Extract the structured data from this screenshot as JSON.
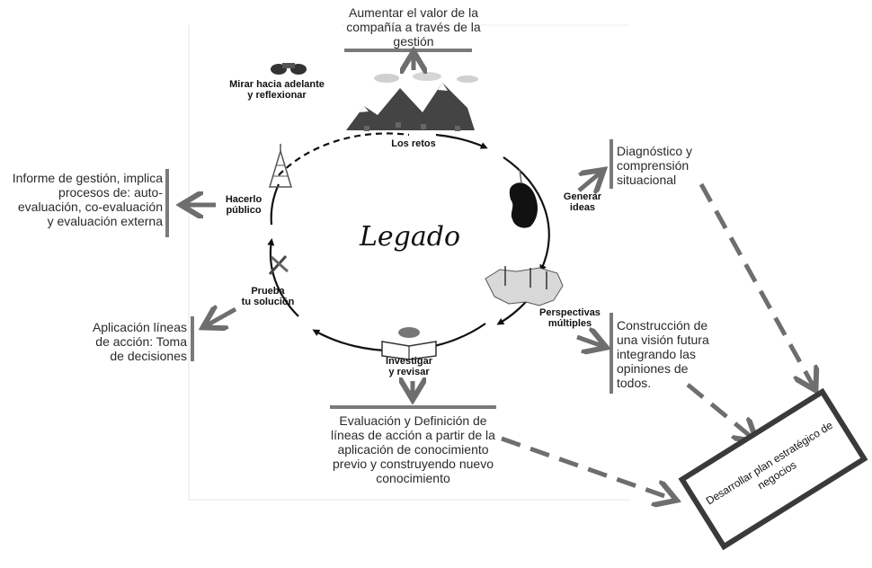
{
  "top_box": "Aumentar el valor de la compañía a través de la gestión",
  "top_box_lines": [
    "Aumentar el valor de la",
    "compañía a través de la",
    "gestión"
  ],
  "center_label": "Legado",
  "cycle_labels": {
    "mirar": [
      "Mirar hacia adelante",
      "y reflexionar"
    ],
    "retos": [
      "Los retos"
    ],
    "generar": [
      "Generar",
      "ideas"
    ],
    "perspectivas": [
      "Perspectivas",
      "múltiples"
    ],
    "investigar": [
      "Investigar",
      "y revisar"
    ],
    "prueba": [
      "Prueba",
      "tu solución"
    ],
    "hacerlo": [
      "Hacerlo",
      "público"
    ]
  },
  "notes": {
    "diagnostico": [
      "Diagnóstico y",
      "comprensión",
      "situacional"
    ],
    "construccion": [
      "Construcción de",
      "una visión futura",
      "integrando las",
      "opiniones de",
      "todos."
    ],
    "evaluacion": [
      "Evaluación  y Definición de",
      "líneas de acción a partir de la",
      "aplicación de conocimiento",
      "previo y construyendo nuevo",
      "conocimiento"
    ],
    "aplicacion": [
      "Aplicación líneas",
      "de acción: Toma",
      "de decisiones"
    ],
    "informe": [
      "Informe de gestión, implica",
      "procesos de: auto-",
      "evaluación, co-evaluación",
      "y evaluación externa"
    ]
  },
  "target_box": [
    "Desarrollar plan estratégico de",
    "negocios"
  ],
  "icons": [
    "binoculars-icon",
    "mountains-icon",
    "head-silhouette-icon",
    "map-icon",
    "book-icon",
    "wrench-icon",
    "tower-icon"
  ],
  "colors": {
    "arrow": "#6e6e6e",
    "cycle": "#111111",
    "box_border": "#3a3a3a",
    "bar": "#7a7a7a"
  }
}
